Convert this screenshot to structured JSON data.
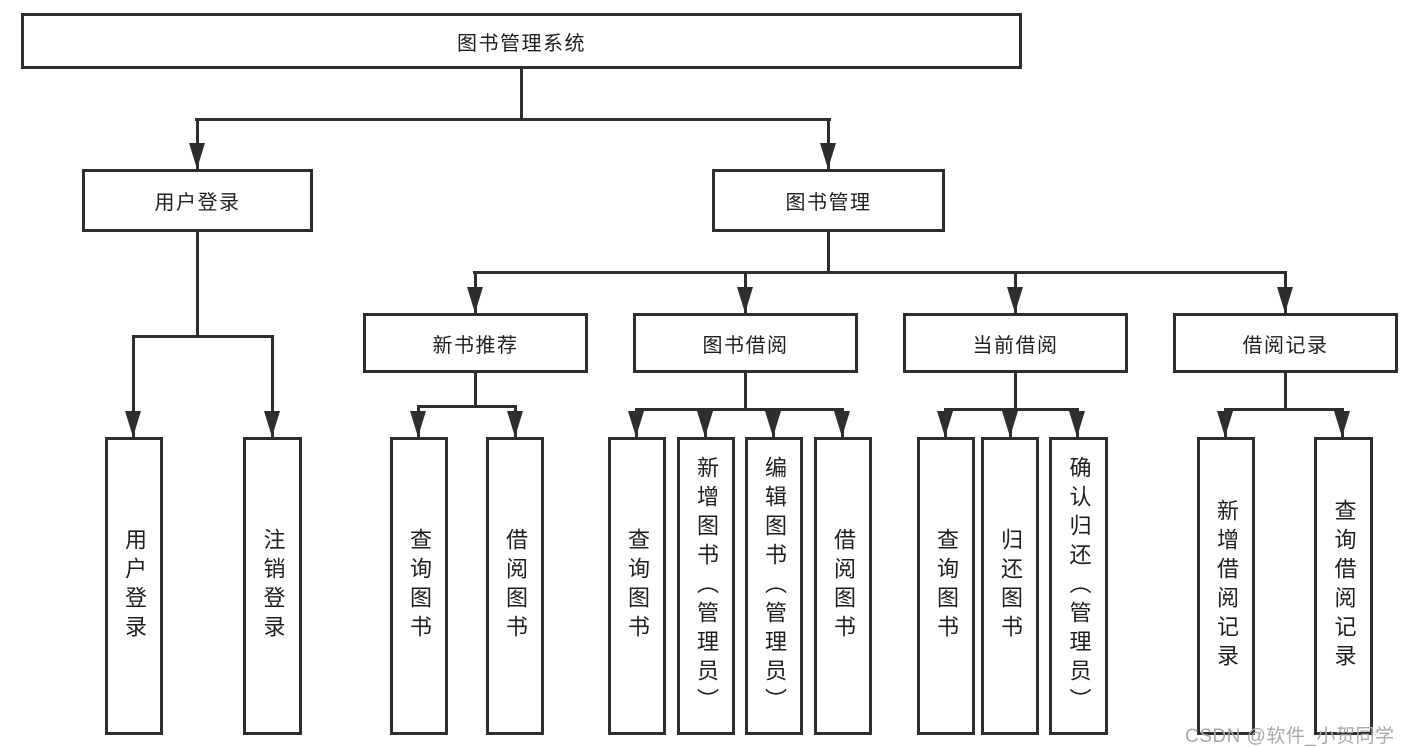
{
  "diagram": {
    "type": "function-structure-tree",
    "tree": {
      "label": "图书管理系统",
      "children": [
        {
          "label": "用户登录",
          "children": [
            {
              "label": "用户登录"
            },
            {
              "label": "注销登录"
            }
          ]
        },
        {
          "label": "图书管理",
          "children": [
            {
              "label": "新书推荐",
              "children": [
                {
                  "label": "查询图书"
                },
                {
                  "label": "借阅图书"
                }
              ]
            },
            {
              "label": "图书借阅",
              "children": [
                {
                  "label": "查询图书"
                },
                {
                  "label": "新增图书（管理员）"
                },
                {
                  "label": "编辑图书（管理员）"
                },
                {
                  "label": "借阅图书"
                }
              ]
            },
            {
              "label": "当前借阅",
              "children": [
                {
                  "label": "查询图书"
                },
                {
                  "label": "归还图书"
                },
                {
                  "label": "确认归还（管理员）"
                }
              ]
            },
            {
              "label": "借阅记录",
              "children": [
                {
                  "label": "新增借阅记录"
                },
                {
                  "label": "查询借阅记录"
                }
              ]
            }
          ]
        }
      ]
    }
  },
  "watermark": {
    "text": "CSDN @软件_小贺同学"
  },
  "colors": {
    "line": "#2e2e2e",
    "text": "#1f1f1f",
    "box_background": "#ffffff",
    "background": "#ffffff",
    "watermark": "#a9a9a9"
  }
}
